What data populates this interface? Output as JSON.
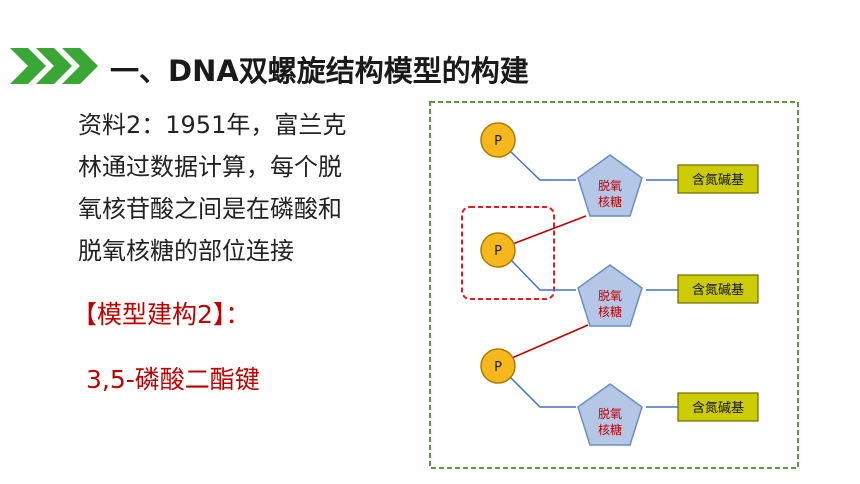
{
  "title": "一、DNA双螺旋结构模型的构建",
  "material": {
    "lines": [
      "资料2：1951年，富兰克",
      "林通过数据计算，每个脱",
      "氧核苷酸之间是在磷酸和",
      "脱氧核糖的部位连接"
    ]
  },
  "model_label": "【模型建构2】：",
  "bond_label": "3,5-磷酸二酯键",
  "diagram": {
    "phosphate_label": "P",
    "sugar_label_line1": "脱氧",
    "sugar_label_line2": "核糖",
    "base_label": "含氮碱基",
    "colors": {
      "phosphate_fill": "#f6b81c",
      "phosphate_stroke": "#b07a00",
      "sugar_fill": "#b4c7e7",
      "sugar_stroke": "#6c8ebf",
      "sugar_text": "#c00000",
      "base_fill": "#cccc00",
      "base_stroke": "#6b6b00",
      "connector": "#4472c4",
      "bond": "#c00000",
      "outer_border": "#5a9a3a",
      "highlight_border": "#e02020"
    }
  }
}
